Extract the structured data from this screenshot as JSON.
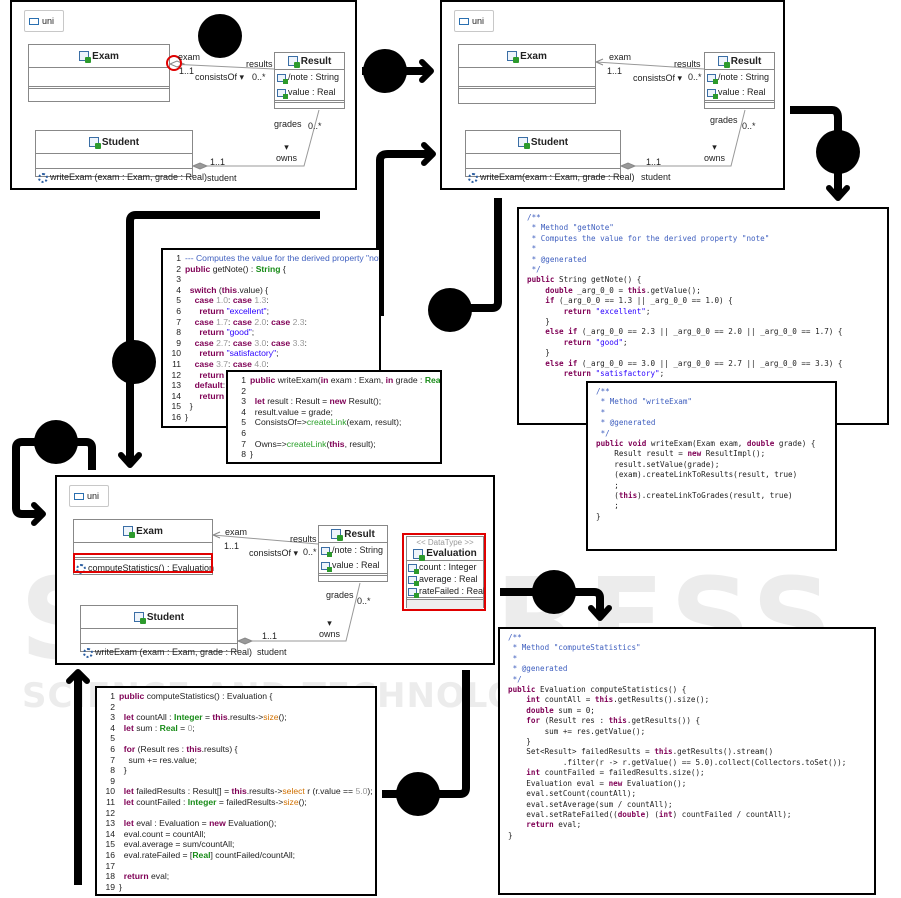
{
  "package_label": "uni",
  "watermark": {
    "big": "SCITEPRESS",
    "small": "SCIENCE AND TECHNOLOGY PUBLICATIONS"
  },
  "diagram1": {
    "classes": {
      "exam": {
        "name": "Exam"
      },
      "result": {
        "name": "Result",
        "attributes": [
          "/note : String",
          "value : Real"
        ]
      },
      "student": {
        "name": "Student",
        "operations": [
          "writeExam (exam : Exam, grade : Real)"
        ]
      }
    },
    "labels": {
      "exam": "exam",
      "exam_mult": "1..1",
      "results": "results",
      "results_mult": "0..*",
      "assoc1": "consistsOf",
      "grades": "grades",
      "grades_mult": "0..*",
      "assoc2": "owns",
      "student": "student",
      "student_mult": "1..1"
    }
  },
  "diagram2": {
    "classes": {
      "exam": {
        "name": "Exam"
      },
      "result": {
        "name": "Result",
        "attributes": [
          "/note : String",
          "value : Real"
        ]
      },
      "student": {
        "name": "Student",
        "operations": [
          "writeExam(exam : Exam, grade : Real)"
        ]
      }
    },
    "labels": {
      "exam": "exam",
      "exam_mult": "1..1",
      "results": "results",
      "results_mult": "0..*",
      "assoc1": "consistsOf",
      "grades": "grades",
      "grades_mult": "0..*",
      "assoc2": "owns",
      "student": "student",
      "student_mult": "1..1"
    }
  },
  "diagram3": {
    "classes": {
      "exam": {
        "name": "Exam",
        "operations": [
          "computeStatistics() : Evaluation"
        ]
      },
      "result": {
        "name": "Result",
        "attributes": [
          "/note : String",
          "value : Real"
        ]
      },
      "student": {
        "name": "Student",
        "operations": [
          "writeExam (exam : Exam, grade : Real)"
        ]
      },
      "evaluation": {
        "stereotype": "<< DataType >>",
        "name": "Evaluation",
        "attributes": [
          "count : Integer",
          "average : Real",
          "rateFailed : Real"
        ]
      }
    },
    "labels": {
      "exam": "exam",
      "exam_mult": "1..1",
      "results": "results",
      "results_mult": "0..*",
      "assoc1": "consistsOf",
      "grades": "grades",
      "grades_mult": "0..*",
      "assoc2": "owns",
      "student": "student",
      "student_mult": "1..1"
    }
  },
  "code_getnote_ocl": [
    "--- Computes the value for the derived property \"note\" --/",
    "public getNote() : String {",
    "",
    "  switch (this.value) {",
    "    case 1.0: case 1.3:",
    "      return \"excellent\";",
    "    case 1.7: case 2.0: case 2.3:",
    "      return \"good\";",
    "    case 2.7: case 3.0: case 3.3:",
    "      return \"satisfactory\";",
    "    case 3.7: case 4.0:",
    "      return \"sufficient\";",
    "    default:",
    "      return \"failed\";",
    "  }",
    "}"
  ],
  "code_writeexam_ocl": [
    "public writeExam(in exam : Exam, in grade : Real) {",
    "",
    "  let result : Result = new Result();",
    "  result.value = grade;",
    "  ConsistsOf=>createLink(exam, result);",
    "",
    "  Owns=>createLink(this, result);",
    "}"
  ],
  "code_getnote_java": [
    "/**",
    " * Method \"getNote\"",
    " * Computes the value for the derived property \"note\"",
    " *",
    " * @generated",
    " */",
    "public String getNote() {",
    "",
    "    double _arg_0_0 = this.getValue();",
    "    if (_arg_0_0 == 1.3 || _arg_0_0 == 1.0) {",
    "        return \"excellent\";",
    "",
    "    }",
    "    else if (_arg_0_0 == 2.3 || _arg_0_0 == 2.0 || _arg_0_0 == 1.7) {",
    "        return \"good\";",
    "",
    "    }",
    "    else if (_arg_0_0 == 3.0 || _arg_0_0 == 2.7 || _arg_0_0 == 3.3) {",
    "        return \"satisfactory\";"
  ],
  "code_writeexam_java": [
    "/**",
    " * Method \"writeExam\"",
    " *",
    " * @generated",
    " */",
    "public void writeExam(Exam exam, double grade) {",
    "",
    "    Result result = new ResultImpl();",
    "    result.setValue(grade);",
    "    (exam).createLinkToResults(result, true)",
    "    ;",
    "    (this).createLinkToGrades(result, true)",
    "    ;",
    "",
    "}"
  ],
  "code_compute_ocl": [
    "public computeStatistics() : Evaluation {",
    "",
    "  let countAll : Integer = this.results->size();",
    "  let sum : Real = 0;",
    "",
    "  for (Result res : this.results) {",
    "    sum += res.value;",
    "  }",
    "",
    "  let failedResults : Result[] = this.results->select r (r.value == 5.0);",
    "  let countFailed : Integer = failedResults->size();",
    "",
    "  let eval : Evaluation = new Evaluation();",
    "  eval.count = countAll;",
    "  eval.average = sum/countAll;",
    "  eval.rateFailed = [Real] countFailed/countAll;",
    "",
    "  return eval;",
    "}"
  ],
  "code_compute_java": [
    "/**",
    " * Method \"computeStatistics\"",
    " *",
    " * @generated",
    " */",
    "public Evaluation computeStatistics() {",
    "",
    "    int countAll = this.getResults().size();",
    "    double sum = 0;",
    "",
    "    for (Result res : this.getResults()) {",
    "        sum += res.getValue();",
    "",
    "    }",
    "    Set<Result> failedResults = this.getResults().stream()",
    "            .filter(r -> r.getValue() == 5.0).collect(Collectors.toSet());",
    "    int countFailed = failedResults.size();",
    "    Evaluation eval = new Evaluation();",
    "    eval.setCount(countAll);",
    "    eval.setAverage(sum / countAll);",
    "    eval.setRateFailed((double) (int) countFailed / countAll);",
    "    return eval;",
    "",
    "}"
  ]
}
